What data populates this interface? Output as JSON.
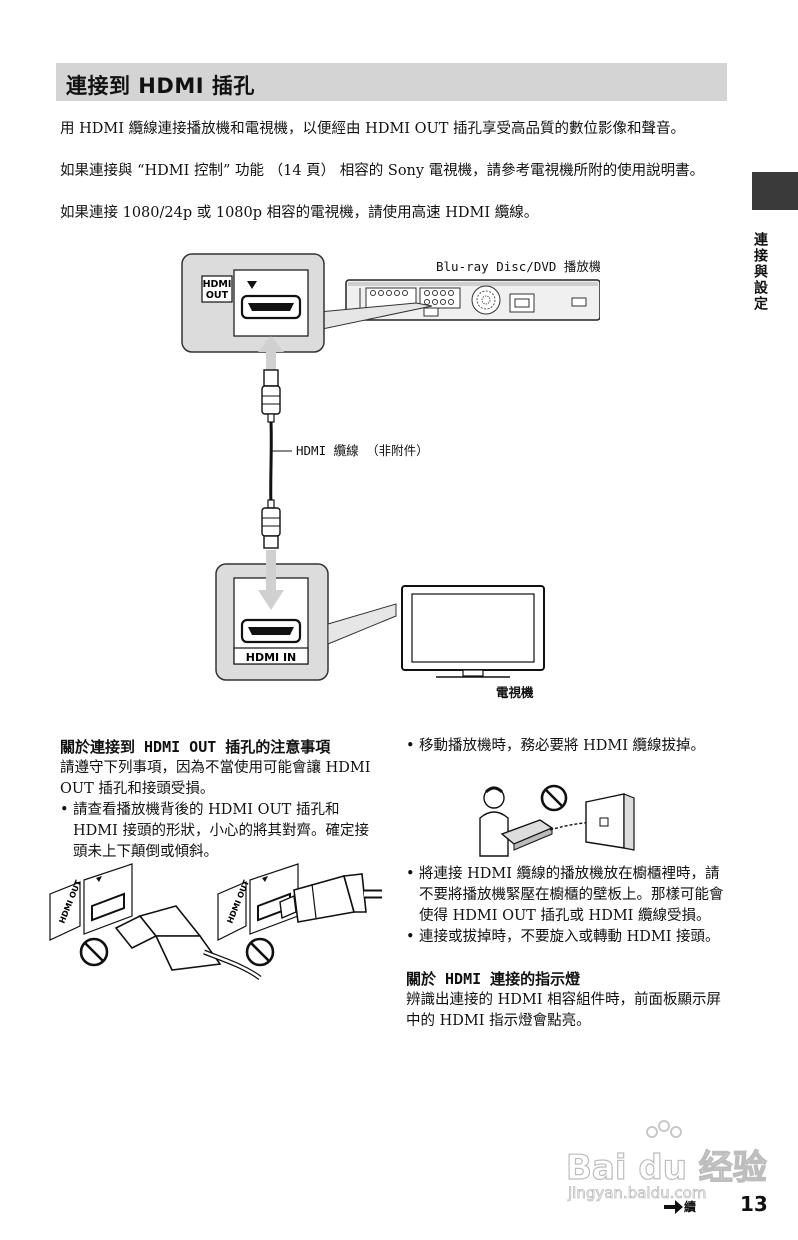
{
  "header": {
    "title": "連接到 HDMI 插孔"
  },
  "side": {
    "label": "連接與設定"
  },
  "intro": [
    "用 HDMI 纜線連接播放機和電視機，以便經由 HDMI OUT 插孔享受高品質的數位影像和聲音。",
    "如果連接與 “HDMI 控制” 功能 （14 頁） 相容的 Sony 電視機，請參考電視機所附的使用說明書。",
    "如果連接 1080/24p 或 1080p 相容的電視機，請使用高速 HDMI 纜線。"
  ],
  "diagram": {
    "player_label": "Blu-ray Disc/DVD 播放機",
    "hdmi_out_label_line1": "HDMI",
    "hdmi_out_label_line2": "OUT",
    "cable_label": "HDMI 纜線 （非附件）",
    "hdmi_in_label": "HDMI IN",
    "tv_label": "電視機"
  },
  "left_col": {
    "heading": "關於連接到 HDMI OUT 插孔的注意事項",
    "para": "請遵守下列事項，因為不當使用可能會讓 HDMI OUT 插孔和接頭受損。",
    "bullet1": "請查看播放機背後的 HDMI OUT 插孔和 HDMI 接頭的形狀，小心的將其對齊。確定接頭未上下顛倒或傾斜。",
    "fig_label_a": "HDMI OUT",
    "fig_label_b": "HDMI OUT"
  },
  "right_col": {
    "bullet1": "移動播放機時，務必要將 HDMI 纜線拔掉。",
    "bullet2": "將連接 HDMI 纜線的播放機放在櫥櫃裡時，請不要將播放機緊壓在櫥櫃的壁板上。那樣可能會使得 HDMI OUT 插孔或 HDMI 纜線受損。",
    "bullet3": "連接或拔掉時，不要旋入或轉動 HDMI 接頭。",
    "heading2": "關於 HDMI 連接的指示燈",
    "para2": "辨識出連接的 HDMI 相容組件時，前面板顯示屏中的 HDMI 指示燈會點亮。"
  },
  "footer": {
    "continued": "續",
    "page_number": "13",
    "watermark_line1": "Bai du 经验",
    "watermark_line2": "jingyan.baidu.com"
  },
  "bullet_char": "•"
}
